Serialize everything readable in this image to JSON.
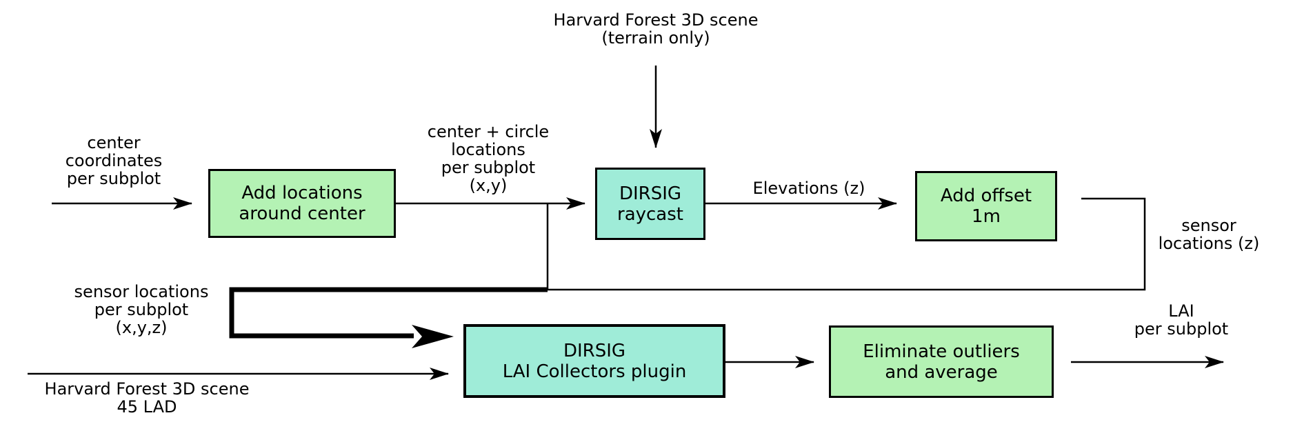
{
  "diagram": {
    "title_hint": "DIRSIG LAI simulation workflow flowchart",
    "colors": {
      "background": "#ffffff",
      "process_box_fill": "#b4f2b4",
      "dirsig_box_fill": "#9fecd8",
      "stroke": "#000000",
      "text": "#000000"
    },
    "nodes": [
      {
        "id": "add-locations-around-center",
        "label": "Add locations\naround center",
        "fill": "green"
      },
      {
        "id": "dirsig-raycast",
        "label": "DIRSIG\nraycast",
        "fill": "cyan"
      },
      {
        "id": "add-offset-1m",
        "label": "Add offset\n1m",
        "fill": "green"
      },
      {
        "id": "dirsig-lai-collectors-plugin",
        "label": "DIRSIG\nLAI Collectors plugin",
        "fill": "cyan"
      },
      {
        "id": "eliminate-outliers-and-average",
        "label": "Eliminate outliers\nand average",
        "fill": "green"
      }
    ],
    "labels": [
      {
        "id": "harvard-forest-terrain",
        "text": "Harvard Forest 3D scene\n(terrain only)",
        "role": "input-label"
      },
      {
        "id": "center-coordinates",
        "text": "center\ncoordinates\nper subplot",
        "role": "input-label"
      },
      {
        "id": "center-circle-locations",
        "text": "center + circle\nlocations\nper subplot\n(x,y)",
        "role": "edge-label"
      },
      {
        "id": "elevations-z",
        "text": "Elevations (z)",
        "role": "edge-label"
      },
      {
        "id": "sensor-locations-z",
        "text": "sensor\nlocations (z)",
        "role": "edge-label"
      },
      {
        "id": "sensor-locations-xyz",
        "text": "sensor locations\nper subplot\n(x,y,z)",
        "role": "edge-label"
      },
      {
        "id": "harvard-forest-45-lad",
        "text": "Harvard Forest 3D scene\n45 LAD",
        "role": "input-label"
      },
      {
        "id": "lai-per-subplot",
        "text": "LAI\nper subplot",
        "role": "output-label"
      }
    ]
  }
}
